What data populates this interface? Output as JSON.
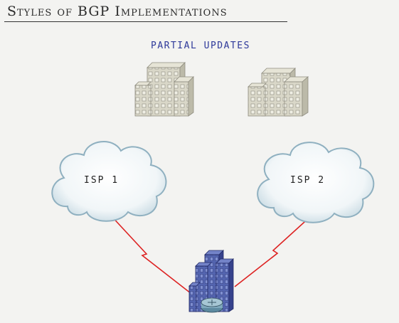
{
  "header": {
    "title": "Styles of BGP Implementations",
    "subtitle": "PARTIAL UPDATES"
  },
  "diagram": {
    "clouds": [
      {
        "label": "ISP 1"
      },
      {
        "label": "ISP 2"
      }
    ],
    "colors": {
      "link": "#dd2222",
      "building": "#d9d7c8",
      "hq_building": "#4e5ea8",
      "cloud_edge": "#8fb0c0"
    },
    "icons": [
      "office-building-icon",
      "office-building-icon",
      "hq-building-router-icon",
      "cloud-icon",
      "cloud-icon",
      "serial-link-icon"
    ]
  }
}
